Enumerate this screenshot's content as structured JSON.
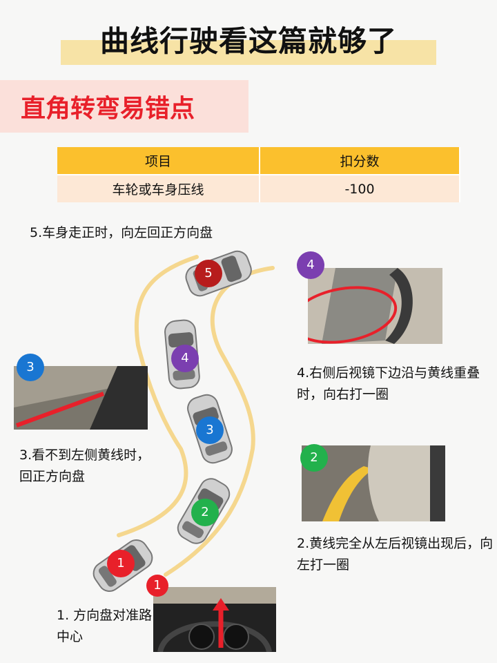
{
  "title": "曲线行驶看这篇就够了",
  "section": "直角转弯易错点",
  "table": {
    "headers": [
      "项目",
      "扣分数"
    ],
    "rows": [
      [
        "车轮或车身压线",
        "-100"
      ]
    ]
  },
  "steps": {
    "s5": "5.车身走正时，向左回正方向盘",
    "s4": "4.右侧后视镜下边沿与黄线重叠时，向右打一圈",
    "s3": "3.看不到左侧黄线时，回正方向盘",
    "s2": "2.黄线完全从左后视镜出现后，向左打一圈",
    "s1": "1. 方向盘对准路中心"
  },
  "badges": {
    "n1": "1",
    "n2": "2",
    "n3": "3",
    "n4": "4",
    "n5": "5"
  },
  "colors": {
    "yellow_line": "#f5d78e",
    "title_highlight": "#f7e3a6",
    "accent_red": "#e8202a",
    "table_header": "#fbc02d"
  }
}
